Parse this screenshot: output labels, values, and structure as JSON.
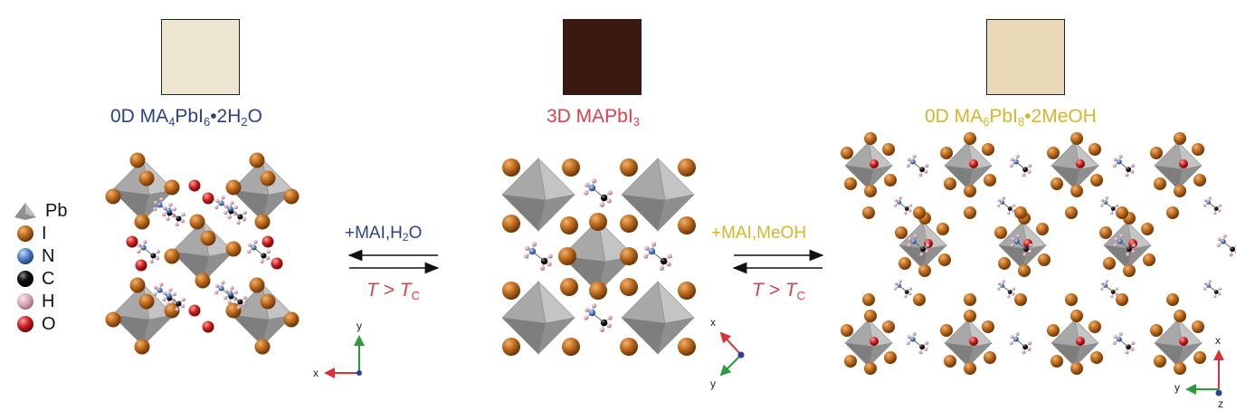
{
  "phases": [
    {
      "id": "left",
      "prefix": "0D MA",
      "sub1": "4",
      "mid": "PbI",
      "sub2": "6",
      "mid2": "•2H",
      "sub3": "2",
      "suffix": "O",
      "color": "#2b3f8f",
      "swatch": "#ede7d1"
    },
    {
      "id": "center",
      "prefix": "3D MAPbI",
      "sub1": "3",
      "color": "#d8404a",
      "swatch": "#3b1812"
    },
    {
      "id": "right",
      "prefix": "0D MA",
      "sub1": "6",
      "mid": "PbI",
      "sub2": "8",
      "suffix": "•2MeOH",
      "color": "#d4b52b",
      "swatch": "#e9d9b8"
    }
  ],
  "reactions": {
    "left_forward": {
      "text": "+MAI,H",
      "sub": "2",
      "suffix": "O",
      "color": "#2b3f8f"
    },
    "left_reverse": {
      "text": "T > T",
      "sub": "C"
    },
    "right_forward": {
      "text": "+MAI,MeOH",
      "color": "#d4b52b"
    },
    "right_reverse": {
      "text": "T > T",
      "sub": "C"
    }
  },
  "legend": [
    {
      "symbol": "Pb",
      "color": "#9a9a9a",
      "shape": "octahedron"
    },
    {
      "symbol": "I",
      "color": "#b8661a"
    },
    {
      "symbol": "N",
      "color": "#4f7fc4"
    },
    {
      "symbol": "C",
      "color": "#111111"
    },
    {
      "symbol": "H",
      "color": "#dba8b8"
    },
    {
      "symbol": "O",
      "color": "#c81e1e"
    }
  ],
  "axes": {
    "left": {
      "a": "y",
      "b": "x"
    },
    "center": {
      "a": "x",
      "b": "y"
    },
    "right": {
      "a": "x",
      "b": "y",
      "c": "z"
    }
  },
  "colors": {
    "iodine": "#b8661a",
    "octahedron": "#a3a3a3",
    "hydrogen": "#dba8b8",
    "nitrogen": "#4f7fc4",
    "carbon": "#111111",
    "oxygen": "#c81e1e"
  }
}
